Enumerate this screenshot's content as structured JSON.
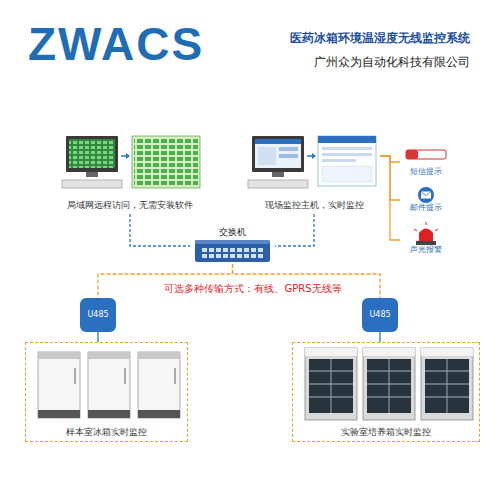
{
  "diagram": {
    "title": "医药冰箱环境温湿度无线监控系统",
    "nodes": [
      {
        "text": [
          "局域网远程访问，无需安装软件"
        ]
      },
      {
        "text": [
          "现场监控主机，实时监控"
        ]
      },
      {
        "text": [
          "短信提示"
        ]
      },
      {
        "text": [
          "邮件提示"
        ]
      },
      {
        "text": [
          "声光报警"
        ]
      },
      {
        "text": [
          "交换机"
        ]
      },
      {
        "text": [
          "U485"
        ]
      },
      {
        "text": [
          "U485"
        ]
      },
      {
        "text": [
          "样本室冰箱实时监控"
        ]
      },
      {
        "text": [
          "实验室培养箱实时监控"
        ]
      }
    ],
    "edges": [
      {
        "from": 0,
        "to": 5,
        "arrow": "none"
      },
      {
        "from": 1,
        "to": 5,
        "arrow": "none"
      },
      {
        "from": 1,
        "to": 2,
        "arrow": "none"
      },
      {
        "from": 1,
        "to": 3,
        "arrow": "none"
      },
      {
        "from": 1,
        "to": 4,
        "arrow": "none"
      },
      {
        "from": 5,
        "to": 6,
        "arrow": "none"
      },
      {
        "from": 5,
        "to": 7,
        "arrow": "none"
      },
      {
        "from": 6,
        "to": 8,
        "arrow": "none"
      },
      {
        "from": 7,
        "to": 9,
        "arrow": "none"
      }
    ],
    "labels": [
      "ZWACS",
      "广州众为自动化科技有限公司",
      "可选多种传输方式：有线、GPRS无线等"
    ]
  }
}
